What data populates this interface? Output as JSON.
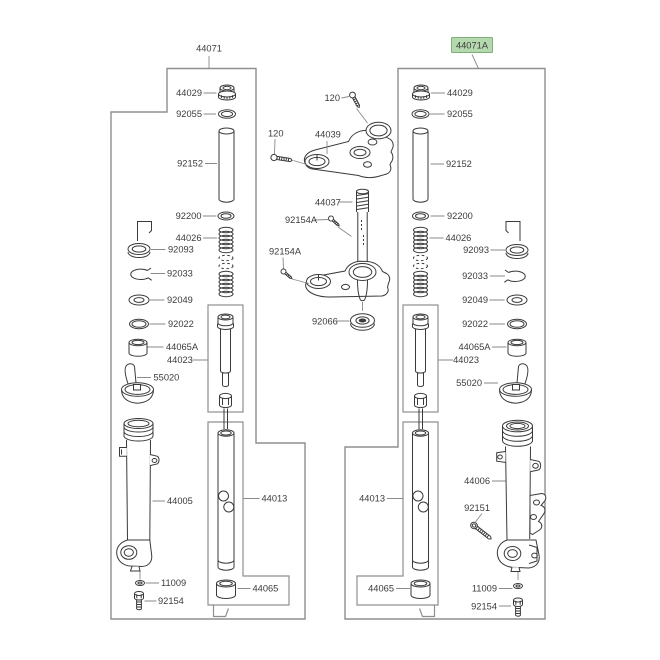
{
  "figure": {
    "kind": "exploded-parts-diagram",
    "subject": "motorcycle front fork assembly"
  },
  "colors": {
    "background": "#ffffff",
    "highlight_bg": "#b5d9ae",
    "highlight_border": "#7fae78",
    "box_line": "#8f8f8f",
    "part_line": "#3a3a3a",
    "leader_line": "#8a8a8a",
    "text": "#3b3b3b"
  },
  "assemblies": {
    "left_label": "44071",
    "right_label": "44071A"
  },
  "parts": {
    "fork_cap_bolt": "44029",
    "o_ring": "92055",
    "collar": "92152",
    "ring": "92200",
    "fork_spring": "44026",
    "dust_seal": "92093",
    "snap_ring": "92033",
    "oil_seal": "92049",
    "washer_ring": "92022",
    "guide_bushing": "44065A",
    "damper_rod": "44023",
    "fork_guard": "55020",
    "outer_tube_left": "44005",
    "outer_tube_right": "44006",
    "inner_tube": "44013",
    "slide_bushing": "44065",
    "washer": "11009",
    "drain_bolt": "92154",
    "axle_clamp_bolt": "92151",
    "clamp_bolt": "120",
    "upper_bracket": "44039",
    "steering_stem": "44037",
    "pinch_screw": "92154A",
    "stem_base_cap": "92066"
  }
}
